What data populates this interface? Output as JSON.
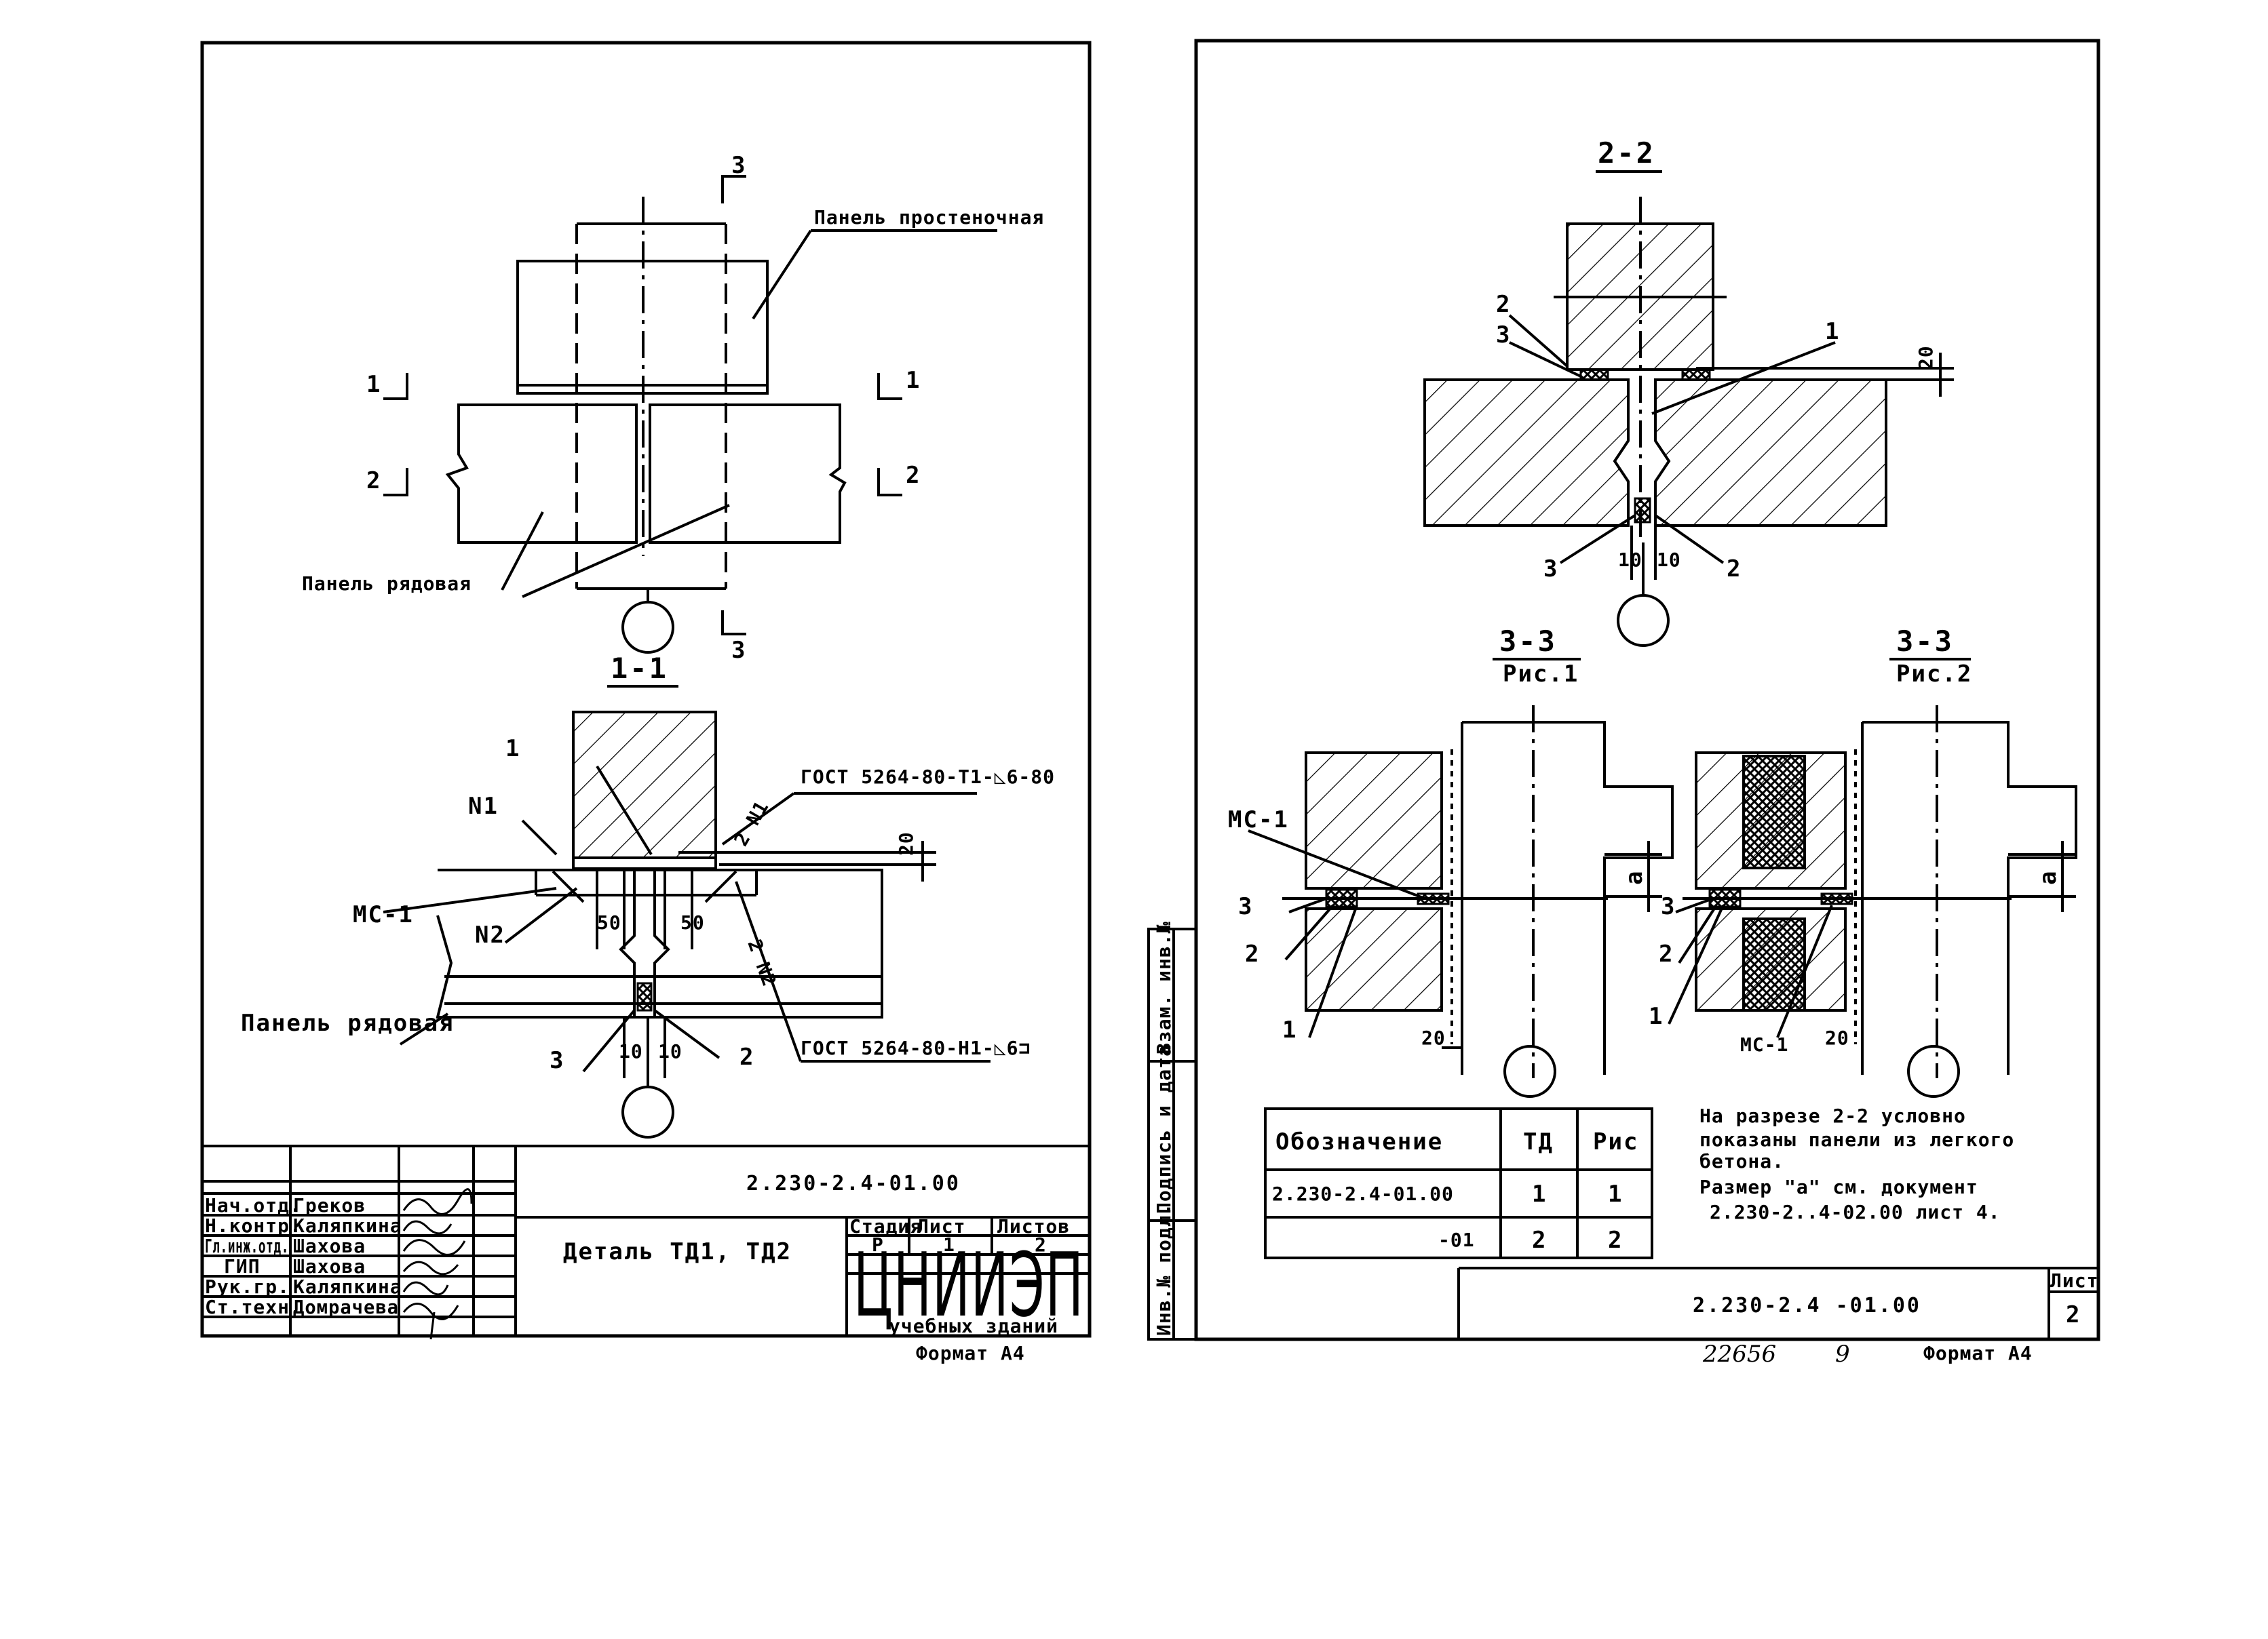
{
  "sheet_left": {
    "top_view": {
      "section_marks": [
        "3",
        "3",
        "1",
        "1",
        "2",
        "2"
      ],
      "label_pilaster": "Панель простеночная",
      "label_row_panel": "Панель рядовая"
    },
    "section_1_1": {
      "title": "1-1",
      "callout_1": "1",
      "callout_n1": "N1",
      "callout_n2": "N2",
      "callout_2n1": "2 N1",
      "callout_2n2": "2 N2",
      "callout_mc1": "МС-1",
      "callout_3": "3",
      "callout_2": "2",
      "dim_20": "20",
      "dim_50a": "50",
      "dim_50b": "50",
      "dim_10a": "10",
      "dim_10b": "10",
      "weld_top": "ГОСТ 5264-80-Т1-◺6-80",
      "weld_bottom": "ГОСТ 5264-80-Н1-◺6⊐",
      "label_row_panel": "Панель рядовая"
    },
    "title_block": {
      "doc_code": "2.230-2.4-01.00",
      "title": "Деталь ТД1, ТД2",
      "stage_header": "Стадия",
      "sheet_header": "Лист",
      "sheets_header": "Листов",
      "stage": "Р",
      "sheet": "1",
      "sheets": "2",
      "org": "ЦНИИЭП",
      "org_sub": "учебных зданий",
      "format": "Формат А4",
      "roles": [
        {
          "role": "Нач.отд.",
          "name": "Греков"
        },
        {
          "role": "Н.контр.",
          "name": "Каляпкина"
        },
        {
          "role": "Гл.инж.отд.",
          "name": "Шахова"
        },
        {
          "role": "ГИП",
          "name": "Шахова"
        },
        {
          "role": "Рук.гр.",
          "name": "Каляпкина"
        },
        {
          "role": "Ст.техн.",
          "name": "Домрачева"
        }
      ]
    }
  },
  "sheet_right": {
    "section_2_2": {
      "title": "2-2",
      "callout_2": "2",
      "callout_3": "3",
      "callout_1": "1",
      "callout_3b": "3",
      "callout_2b": "2",
      "dim_20": "20",
      "dim_10a": "10",
      "dim_10b": "10"
    },
    "section_3_3_fig1": {
      "title": "3-3",
      "subtitle": "Рис.1",
      "callout_mc1": "МС-1",
      "callout_3": "3",
      "callout_2": "2",
      "callout_1": "1",
      "dim_20": "20",
      "dim_a": "a"
    },
    "section_3_3_fig2": {
      "title": "3-3",
      "subtitle": "Рис.2",
      "callout_3": "3",
      "callout_2": "2",
      "callout_1": "1",
      "callout_mc1": "МС-1",
      "dim_20": "20",
      "dim_a": "a"
    },
    "table": {
      "headers": [
        "Обозначение",
        "ТД",
        "Рис"
      ],
      "rows": [
        [
          "2.230-2.4-01.00",
          "1",
          "1"
        ],
        [
          "-01",
          "2",
          "2"
        ]
      ]
    },
    "note": [
      "На разрезе 2-2 условно",
      "показаны панели из легкого",
      "бетона.",
      "Размер \"а\" см. документ",
      "2.230-2..4-02.00 лист 4."
    ],
    "side_stamp": [
      "Инв.№ подл.",
      "Подпись и дата",
      "Взам. инв.№"
    ],
    "title_block": {
      "doc_code": "2.230-2.4 -01.00",
      "sheet_header": "Лист",
      "sheet": "2"
    },
    "footer": {
      "archive_no": "22656",
      "page": "9",
      "format": "Формат А4"
    }
  }
}
